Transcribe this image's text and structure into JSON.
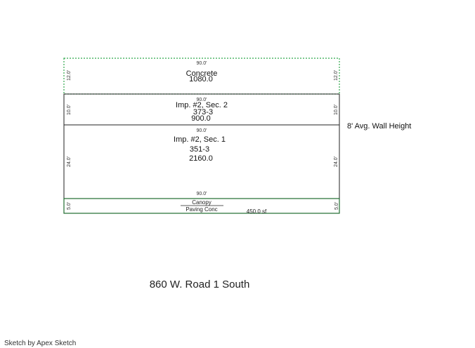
{
  "colors": {
    "concrete_outline": "#2fa84a",
    "canopy_outline": "#1e6b2e",
    "building_outline": "#222222"
  },
  "concrete": {
    "top_dim": "90.0'",
    "left_dim": "12.0'",
    "right_dim": "12.0'",
    "name": "Concrete",
    "area": "1080.0"
  },
  "sec2": {
    "top_dim": "90.0'",
    "left_dim": "10.0'",
    "right_dim": "10.0'",
    "name": "Imp. #2, Sec. 2",
    "code": "373-3",
    "area": "900.0"
  },
  "sec1": {
    "top_dim": "90.0'",
    "left_dim": "24.0'",
    "right_dim": "24.0'",
    "name": "Imp. #2, Sec. 1",
    "code": "351-3",
    "area": "2160.0"
  },
  "canopy": {
    "top_dim": "90.0'",
    "left_dim": "5.0'",
    "right_dim": "5.0'",
    "name": "Canopy",
    "subname": "Paving Conc",
    "area": "450.0 sf"
  },
  "wall_height_note": "8' Avg. Wall Height",
  "address": "860 W. Road 1 South",
  "footer": "Sketch by Apex Sketch"
}
